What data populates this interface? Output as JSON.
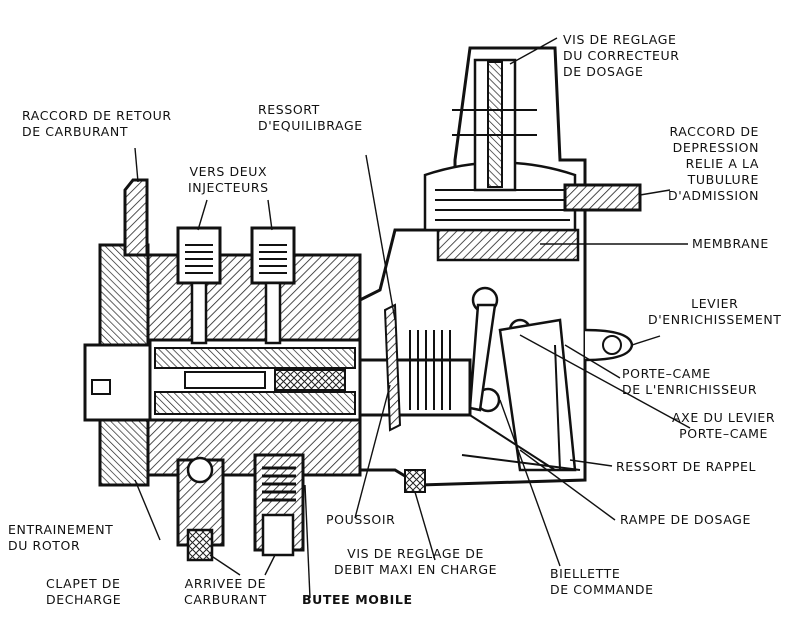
{
  "labels": {
    "vis_reglage_correcteur": [
      "VIS DE REGLAGE",
      "DU CORRECTEUR",
      "DE DOSAGE"
    ],
    "raccord_retour": [
      "RACCORD DE RETOUR",
      "DE CARBURANT"
    ],
    "ressort_equilibrage": [
      "RESSORT",
      "D'EQUILIBRAGE"
    ],
    "vers_deux_injecteurs": [
      "VERS DEUX",
      "INJECTEURS"
    ],
    "raccord_depression": [
      "RACCORD DE",
      "DEPRESSION",
      "RELIE A LA",
      "TUBULURE",
      "D'ADMISSION"
    ],
    "membrane": [
      "MEMBRANE"
    ],
    "levier_enrichissement": [
      "LEVIER",
      "D'ENRICHISSEMENT"
    ],
    "porte_came": [
      "PORTE–CAME",
      "DE L'ENRICHISSEUR"
    ],
    "axe_levier": [
      "AXE DU LEVIER",
      "PORTE–CAME"
    ],
    "ressort_rappel": [
      "RESSORT DE RAPPEL"
    ],
    "rampe_dosage": [
      "RAMPE DE DOSAGE"
    ],
    "entrainement_rotor": [
      "ENTRAINEMENT",
      "DU ROTOR"
    ],
    "poussoir": [
      "POUSSOIR"
    ],
    "vis_debit_maxi": [
      "VIS DE REGLAGE DE",
      "DEBIT MAXI EN CHARGE"
    ],
    "clapet_decharge": [
      "CLAPET DE",
      "DECHARGE"
    ],
    "arrivee_carburant": [
      "ARRIVEE DE",
      "CARBURANT"
    ],
    "butee_mobile": [
      "BUTEE MOBILE"
    ],
    "biellette_commande": [
      "BIELLETTE",
      "DE COMMANDE"
    ]
  },
  "colors": {
    "ink": "#111111",
    "hatch": "#333333",
    "paper": "#ffffff"
  }
}
